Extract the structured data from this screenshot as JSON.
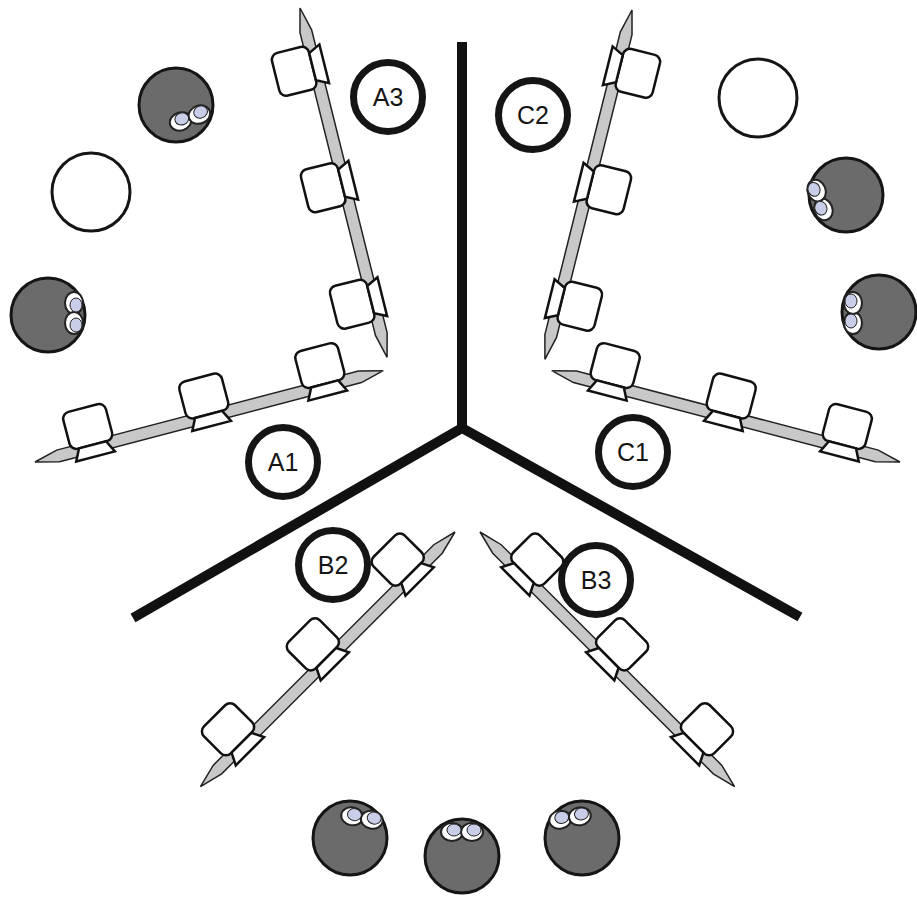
{
  "diagram": {
    "nodes": [
      {
        "text": [
          "A3"
        ]
      },
      {
        "text": [
          "C2"
        ]
      },
      {
        "text": [
          "A1"
        ]
      },
      {
        "text": [
          "C1"
        ]
      },
      {
        "text": [
          "B2"
        ]
      },
      {
        "text": [
          "B3"
        ]
      }
    ]
  }
}
